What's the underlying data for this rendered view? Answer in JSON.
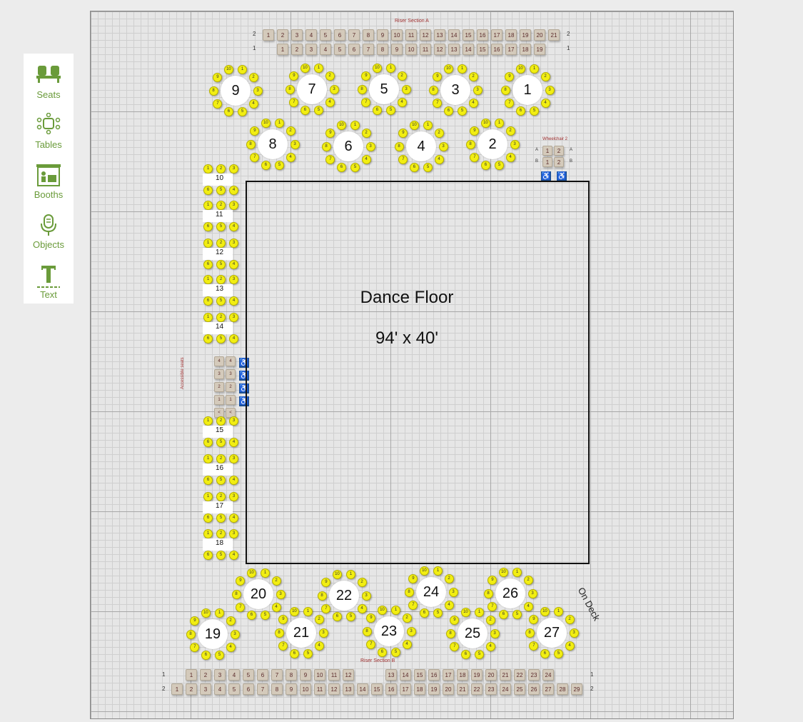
{
  "toolbar": {
    "items": [
      {
        "label": "Seats",
        "icon": "seats-icon"
      },
      {
        "label": "Tables",
        "icon": "tables-icon"
      },
      {
        "label": "Booths",
        "icon": "booths-icon"
      },
      {
        "label": "Objects",
        "icon": "microphone-icon"
      },
      {
        "label": "Text",
        "icon": "text-tool-icon"
      }
    ],
    "accent": "#6a9b3a"
  },
  "riser_a": {
    "label": "Riser Section A",
    "rows": [
      {
        "name": "2",
        "seats": [
          "1",
          "2",
          "3",
          "4",
          "5",
          "6",
          "7",
          "8",
          "9",
          "10",
          "11",
          "12",
          "13",
          "14",
          "15",
          "16",
          "17",
          "18",
          "19",
          "20",
          "21"
        ]
      },
      {
        "name": "1",
        "seats": [
          "1",
          "2",
          "3",
          "4",
          "5",
          "6",
          "7",
          "8",
          "9",
          "10",
          "11",
          "12",
          "13",
          "14",
          "15",
          "16",
          "17",
          "18",
          "19"
        ]
      }
    ]
  },
  "riser_b": {
    "label": "Riser Section B",
    "rows": [
      {
        "name": "1",
        "seats_left": [
          "1",
          "2",
          "3",
          "4",
          "5",
          "6",
          "7",
          "8",
          "9",
          "10",
          "11",
          "12"
        ],
        "seats_right": [
          "13",
          "14",
          "15",
          "16",
          "17",
          "18",
          "19",
          "20",
          "21",
          "22",
          "23",
          "24"
        ]
      },
      {
        "name": "2",
        "seats": [
          "1",
          "2",
          "3",
          "4",
          "5",
          "6",
          "7",
          "8",
          "9",
          "10",
          "11",
          "12",
          "13",
          "14",
          "15",
          "16",
          "17",
          "18",
          "19",
          "20",
          "21",
          "22",
          "23",
          "24",
          "25",
          "26",
          "27",
          "28",
          "29"
        ]
      }
    ]
  },
  "wheelchair": {
    "label": "Wheelchair 2",
    "rows": [
      {
        "name": "A",
        "seats": [
          "1",
          "2"
        ]
      },
      {
        "name": "B",
        "seats": [
          "1",
          "2"
        ]
      }
    ]
  },
  "accessible": {
    "label": "Accessible seats",
    "rows": [
      {
        "name": "4",
        "seats": [
          "4",
          "4"
        ]
      },
      {
        "name": "3",
        "seats": [
          "3",
          "3"
        ]
      },
      {
        "name": "2",
        "seats": [
          "2",
          "2"
        ]
      },
      {
        "name": "1",
        "seats": [
          "1",
          "1"
        ]
      },
      {
        "name": "<",
        "seats": [
          "<",
          "<"
        ]
      }
    ]
  },
  "round_tables": [
    {
      "label": "9"
    },
    {
      "label": "7"
    },
    {
      "label": "5"
    },
    {
      "label": "3"
    },
    {
      "label": "1"
    },
    {
      "label": "8"
    },
    {
      "label": "6"
    },
    {
      "label": "4"
    },
    {
      "label": "2"
    },
    {
      "label": "20"
    },
    {
      "label": "22"
    },
    {
      "label": "24"
    },
    {
      "label": "26"
    },
    {
      "label": "19"
    },
    {
      "label": "21"
    },
    {
      "label": "23"
    },
    {
      "label": "25"
    },
    {
      "label": "27"
    }
  ],
  "table_seat_numbers": [
    "1",
    "2",
    "3",
    "4",
    "5",
    "6",
    "7",
    "8",
    "9",
    "10"
  ],
  "rect_tables": [
    {
      "label": "10"
    },
    {
      "label": "11"
    },
    {
      "label": "12"
    },
    {
      "label": "13"
    },
    {
      "label": "14"
    },
    {
      "label": "15"
    },
    {
      "label": "16"
    },
    {
      "label": "17"
    },
    {
      "label": "18"
    }
  ],
  "rect_seat_rows": {
    "top": [
      "1",
      "2",
      "3"
    ],
    "bottom": [
      "6",
      "5",
      "4"
    ]
  },
  "dance_floor": {
    "title": "Dance Floor",
    "size": "94' x 40'"
  },
  "on_deck": "On Deck",
  "colors": {
    "seat": "#f2ee12",
    "riser_seat": "#d4cabb",
    "wheelchair": "#1d4f8f"
  }
}
